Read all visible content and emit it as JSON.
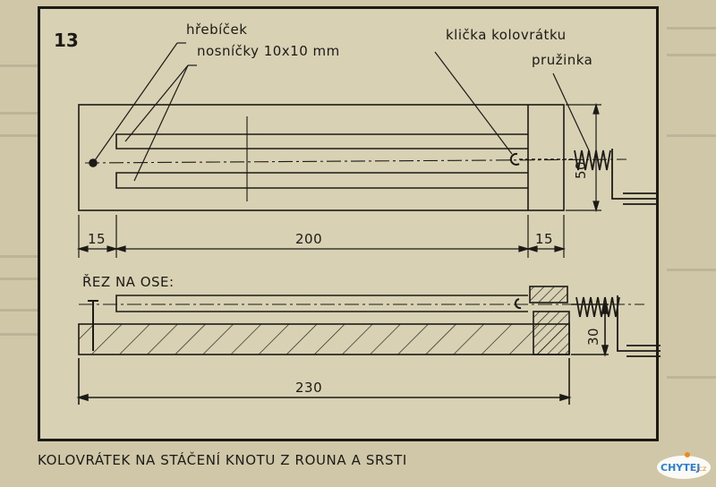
{
  "figure": {
    "number": "13",
    "caption": "KOLOVRÁTEK NA STÁČENÍ KNOTU Z ROUNA A SRSTI"
  },
  "labels": {
    "nail": "hřebíček",
    "beams": "nosníčky 10x10 mm",
    "crank": "klička kolovrátku",
    "spring": "pružinka",
    "section": "ŘEZ NA OSE:"
  },
  "dimensions": {
    "left_margin": "15",
    "main_length": "200",
    "right_block": "15",
    "height_top": "50",
    "height_section": "30",
    "total_length": "230"
  },
  "logo": {
    "text": "CHYTEJ.cz"
  },
  "colors": {
    "ink": "#1c1a16",
    "paper": "#d8d1b4",
    "background": "#cfc7a8",
    "logo_blue": "#2a7fd0",
    "logo_orange": "#f08a1c"
  }
}
